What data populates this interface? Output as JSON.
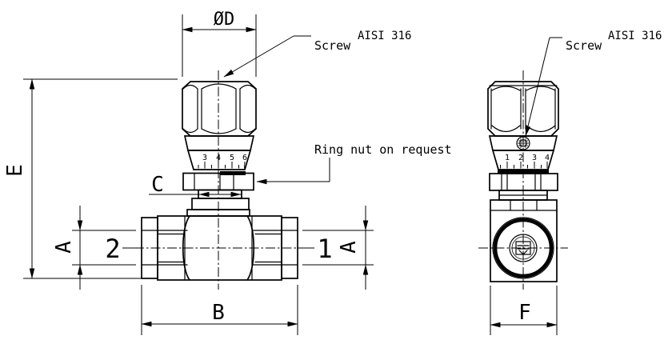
{
  "colors": {
    "line": "#000000",
    "background": "#ffffff"
  },
  "front_view": {
    "dim_knob_diameter": "ØD",
    "dim_overall_height": "E",
    "dim_ring_nut": "C",
    "dim_port_left": "A",
    "dim_port_right": "A",
    "dim_body_length": "B",
    "port_left_label": "2",
    "port_right_label": "1",
    "dial_scale_numbers": [
      "3",
      "4",
      "5",
      "6"
    ],
    "screw_label": "Screw",
    "screw_spec": "AISI 316",
    "ring_nut_note": "Ring nut on request"
  },
  "side_view": {
    "dim_body_width": "F",
    "dial_scale_numbers": [
      "1",
      "2",
      "3",
      "4"
    ],
    "screw_label": "Screw",
    "screw_spec": "AISI 316"
  }
}
